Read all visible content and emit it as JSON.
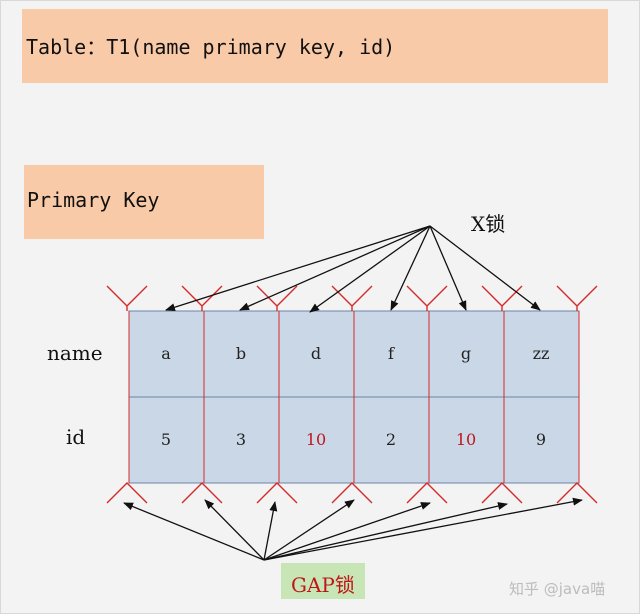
{
  "title": "Table：T1(name primary key, id)",
  "primary_key_label": "Primary Key",
  "x_lock_label": "X锁",
  "gap_lock_label": "GAP锁",
  "row_labels": {
    "name": "name",
    "id": "id"
  },
  "names": [
    "a",
    "b",
    "d",
    "f",
    "g",
    "zz"
  ],
  "ids": [
    "5",
    "3",
    "10",
    "2",
    "10",
    "9"
  ],
  "highlighted_id_color": "#c0161b",
  "cell_fill": "#c9d7e6",
  "box_fill": "#f9caa7",
  "gap_box_fill": "#c8e6b5",
  "watermark": "知乎 @java喵"
}
